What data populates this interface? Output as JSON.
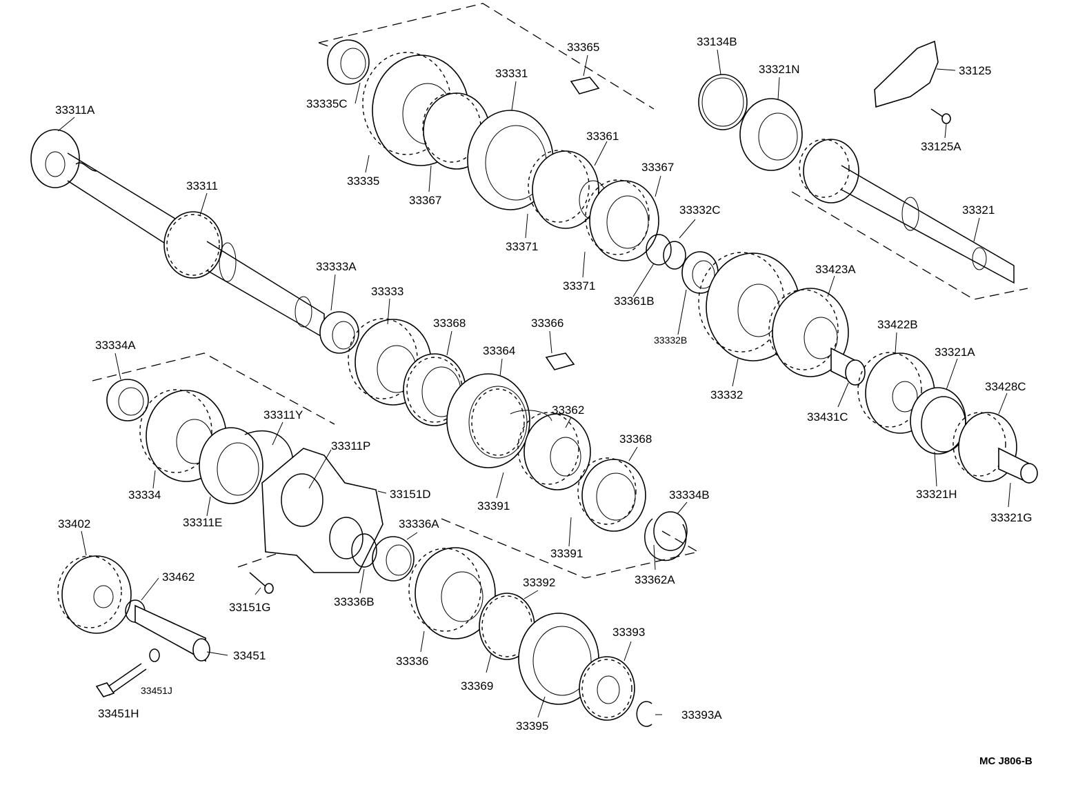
{
  "parts": [
    "33311A",
    "33311",
    "33333A",
    "33333",
    "33368",
    "33366",
    "33364",
    "33362",
    "33368",
    "33334A",
    "33334",
    "33311Y",
    "33311P",
    "33311E",
    "33151D",
    "33391",
    "33391",
    "33334B",
    "33362A",
    "33402",
    "33462",
    "33451",
    "33451J",
    "33451H",
    "33151G",
    "33336B",
    "33336A",
    "33336",
    "33392",
    "33369",
    "33395",
    "33393",
    "33393A",
    "33335C",
    "33335",
    "33331",
    "33365",
    "33367",
    "33361",
    "33367",
    "33371",
    "33371",
    "33332C",
    "33361B",
    "33332B",
    "33332",
    "33423A",
    "33134B",
    "33321N",
    "33125",
    "33125A",
    "33321",
    "33422B",
    "33431C",
    "33321A",
    "33321H",
    "33428C",
    "33321G"
  ],
  "code": "MC  J806-B"
}
